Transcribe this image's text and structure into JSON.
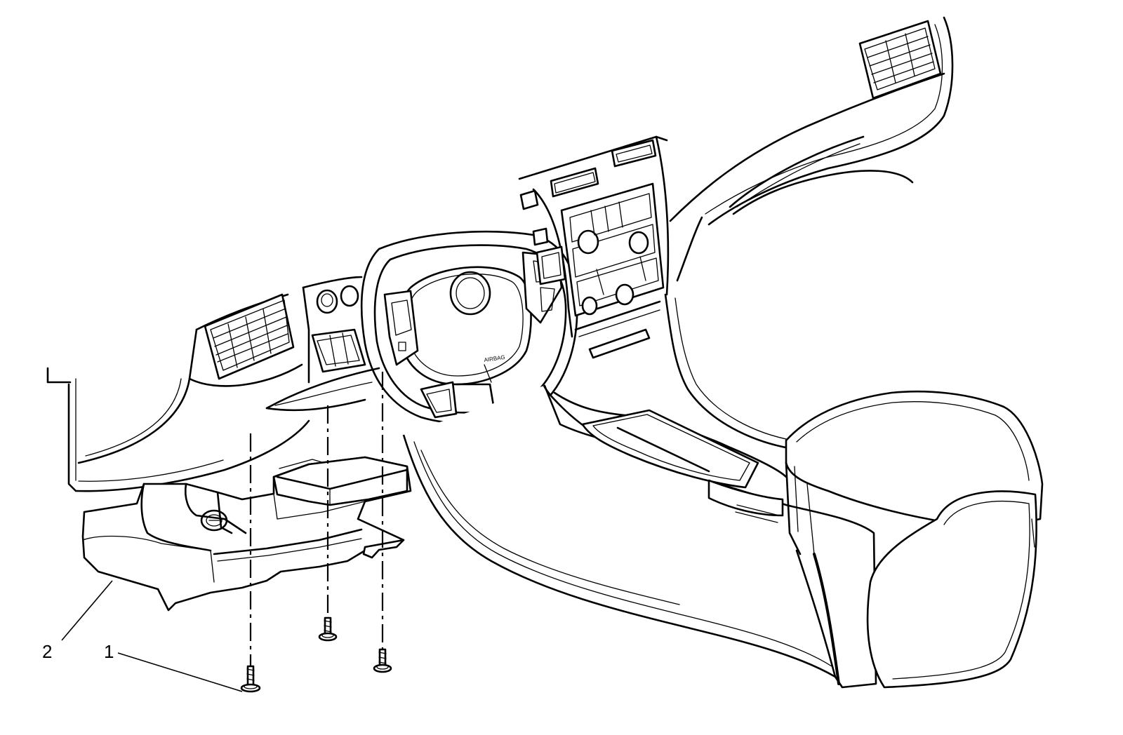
{
  "figure": {
    "callouts": [
      {
        "id": "1",
        "label": "1"
      },
      {
        "id": "2",
        "label": "2"
      }
    ],
    "icons": [
      "screw-icon",
      "fastener-icon"
    ]
  }
}
